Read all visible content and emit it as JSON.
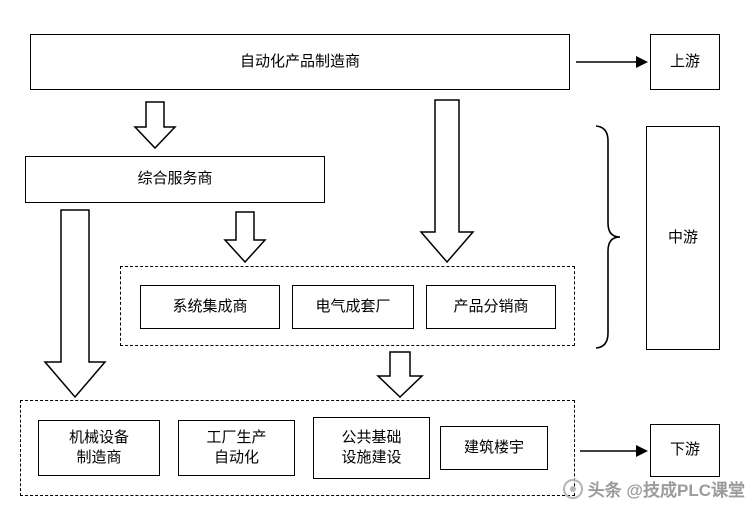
{
  "diagram": {
    "top_box": "自动化产品制造商",
    "upstream_label": "上游",
    "service_box": "综合服务商",
    "mid_group": {
      "item1": "系统集成商",
      "item2": "电气成套厂",
      "item3": "产品分销商"
    },
    "midstream_label": "中游",
    "bottom_group": {
      "item1": "机械设备\n制造商",
      "item2": "工厂生产\n自动化",
      "item3": "公共基础\n设施建设",
      "item4": "建筑楼宇"
    },
    "downstream_label": "下游",
    "watermark": "头条 @技成PLC课堂",
    "colors": {
      "line": "#000000",
      "watermark": "#9b9b9b"
    }
  }
}
